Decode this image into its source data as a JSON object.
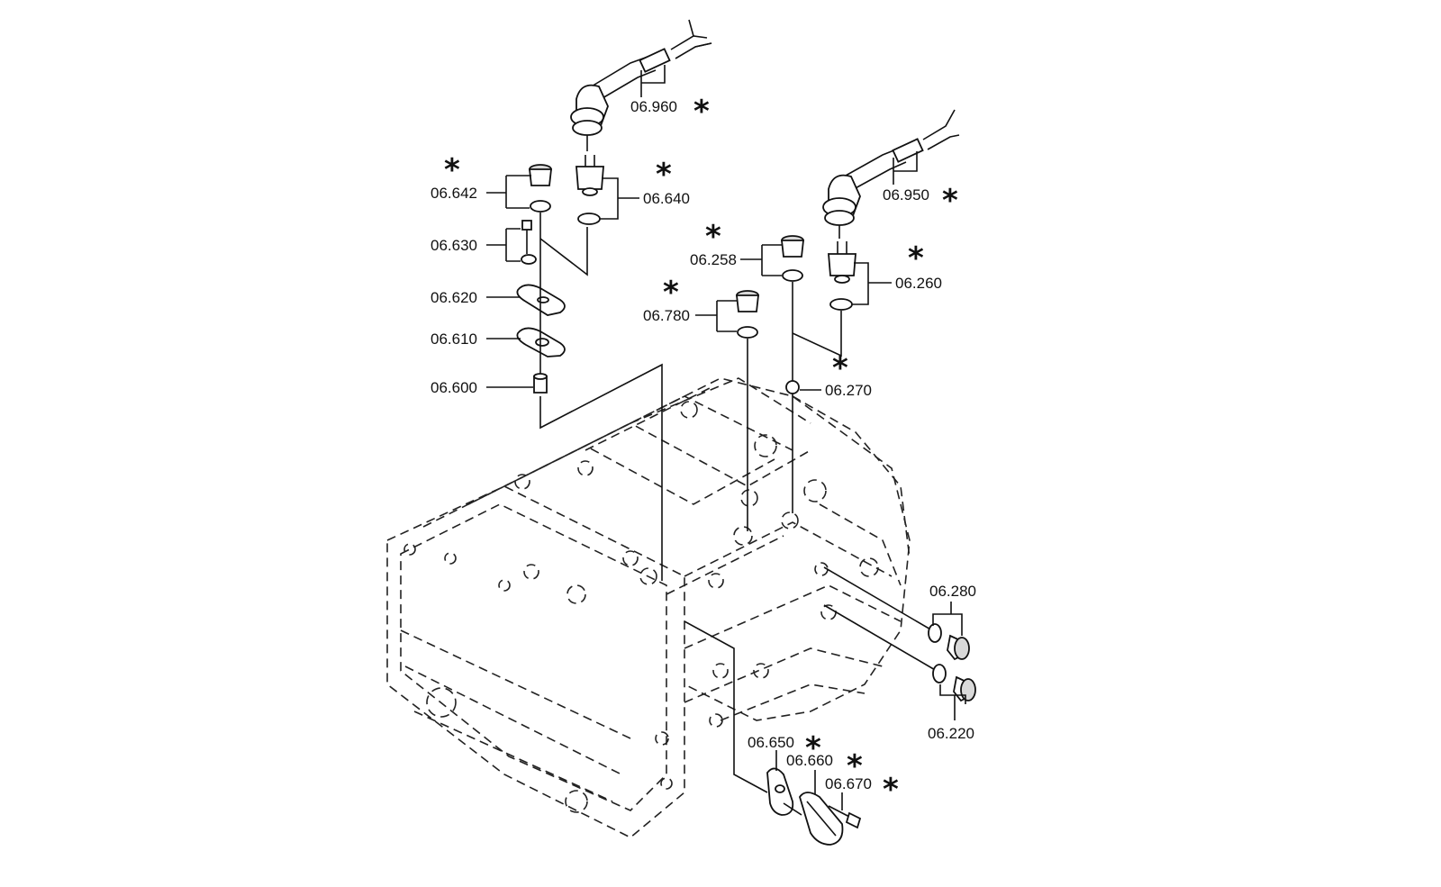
{
  "callouts": [
    {
      "id": "06.960",
      "asterisk": true
    },
    {
      "id": "06.642",
      "asterisk": true
    },
    {
      "id": "06.640",
      "asterisk": true
    },
    {
      "id": "06.630",
      "asterisk": false
    },
    {
      "id": "06.620",
      "asterisk": false
    },
    {
      "id": "06.610",
      "asterisk": false
    },
    {
      "id": "06.600",
      "asterisk": false
    },
    {
      "id": "06.950",
      "asterisk": true
    },
    {
      "id": "06.258",
      "asterisk": true
    },
    {
      "id": "06.260",
      "asterisk": true
    },
    {
      "id": "06.780",
      "asterisk": true
    },
    {
      "id": "06.270",
      "asterisk": true
    },
    {
      "id": "06.280",
      "asterisk": false
    },
    {
      "id": "06.220",
      "asterisk": false
    },
    {
      "id": "06.650",
      "asterisk": true
    },
    {
      "id": "06.660",
      "asterisk": true
    },
    {
      "id": "06.670",
      "asterisk": true
    }
  ],
  "asterisk_symbol": "*"
}
